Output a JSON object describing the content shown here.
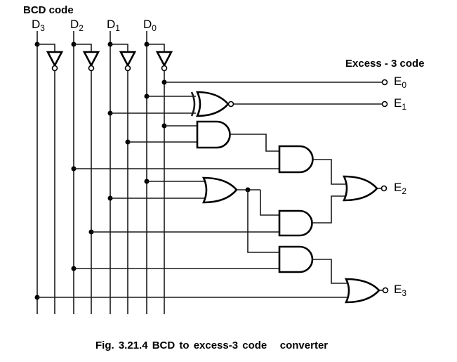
{
  "diagram": {
    "input_title": "BCD code",
    "output_title": "Excess - 3 code",
    "caption": "Fig. 3.21.4 BCD to excess-3 code   converter",
    "inputs": [
      {
        "name": "D",
        "sub": "3"
      },
      {
        "name": "D",
        "sub": "2"
      },
      {
        "name": "D",
        "sub": "1"
      },
      {
        "name": "D",
        "sub": "0"
      }
    ],
    "outputs": [
      {
        "name": "E",
        "sub": "0"
      },
      {
        "name": "E",
        "sub": "1"
      },
      {
        "name": "E",
        "sub": "2"
      },
      {
        "name": "E",
        "sub": "3"
      }
    ],
    "gates": [
      {
        "id": "not-d3",
        "type": "NOT",
        "input": "D3"
      },
      {
        "id": "not-d2",
        "type": "NOT",
        "input": "D2"
      },
      {
        "id": "not-d1",
        "type": "NOT",
        "input": "D1"
      },
      {
        "id": "not-d0",
        "type": "NOT",
        "input": "D0"
      },
      {
        "id": "xnor-e1",
        "type": "XNOR",
        "inputs": [
          "D0",
          "D1"
        ],
        "output": "E1"
      },
      {
        "id": "and-1",
        "type": "AND",
        "inputs": [
          "D0'",
          "D1'"
        ]
      },
      {
        "id": "and-2",
        "type": "AND",
        "inputs": [
          "and-1",
          "D2"
        ]
      },
      {
        "id": "or-1",
        "type": "OR",
        "inputs": [
          "D0",
          "D1"
        ]
      },
      {
        "id": "and-3",
        "type": "AND",
        "inputs": [
          "or-1",
          "D2'"
        ]
      },
      {
        "id": "or-e2",
        "type": "OR",
        "inputs": [
          "and-2",
          "and-3"
        ],
        "output": "E2"
      },
      {
        "id": "and-4",
        "type": "AND",
        "inputs": [
          "or-1",
          "D2"
        ]
      },
      {
        "id": "or-e3",
        "type": "OR",
        "inputs": [
          "and-4",
          "D3"
        ],
        "output": "E3"
      }
    ],
    "direct_connections": [
      {
        "from": "D0'",
        "to": "E0"
      }
    ]
  }
}
